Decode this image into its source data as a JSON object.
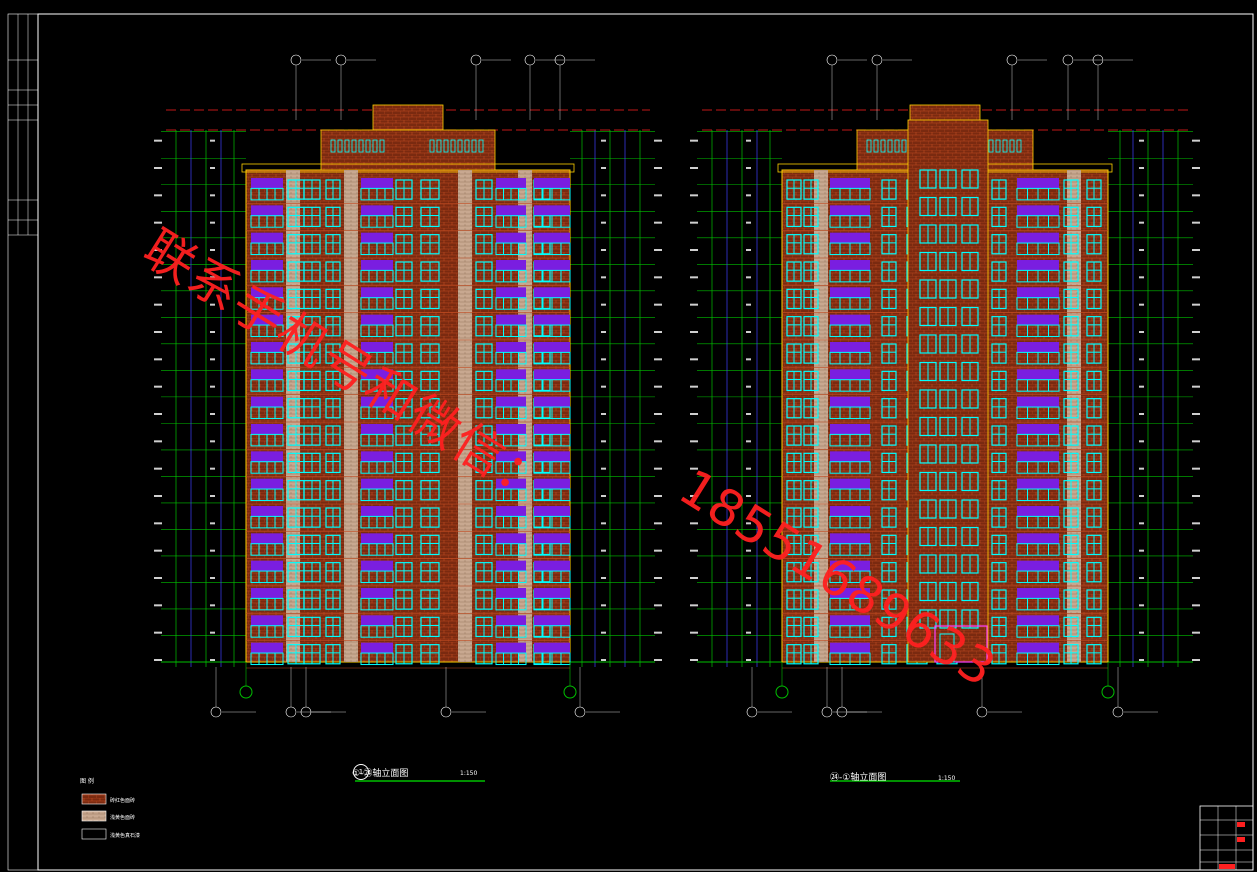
{
  "drawings": [
    {
      "title": "①-㉔轴立面图",
      "scale": "1:150",
      "axis_left": "1",
      "axis_right": "24"
    },
    {
      "title": "㉔-①轴立面图",
      "scale": "1:150",
      "axis_left": "24",
      "axis_right": "1"
    }
  ],
  "legend": {
    "heading": "图 例",
    "items": [
      {
        "label": "砖红色面砖",
        "swatch": "brick"
      },
      {
        "label": "浅黄色面砖",
        "swatch": "tan"
      },
      {
        "label": "浅黄色真石漆",
        "swatch": "blank"
      }
    ]
  },
  "watermark": {
    "line1": "联系手机号和微信：",
    "line2": "18551689633"
  },
  "colors": {
    "background": "#000000",
    "brick": "#8a2a10",
    "balcony": "#7a1ee0",
    "window": "#00ffff",
    "level_line": "#00c000",
    "dim_line": "#4040ff",
    "outline": "#ffd000",
    "watermark": "#ff2020"
  }
}
